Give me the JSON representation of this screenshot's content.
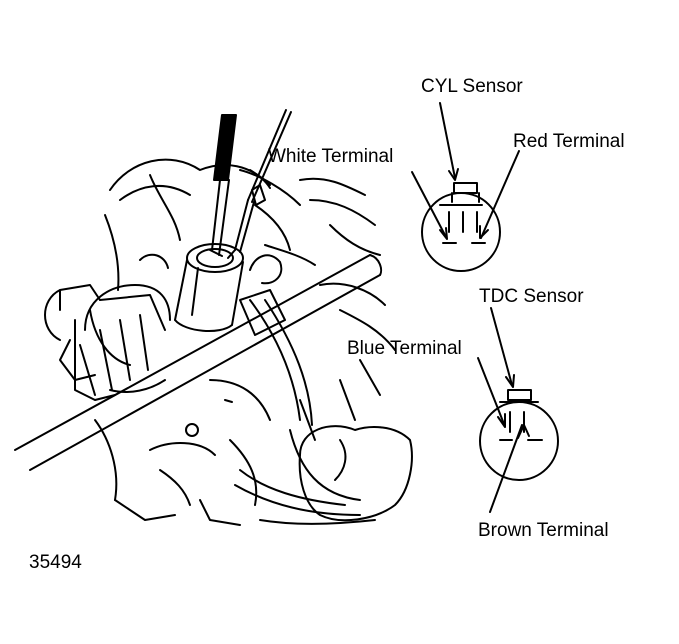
{
  "labels": {
    "cyl_sensor": "CYL Sensor",
    "red_terminal": "Red Terminal",
    "white_terminal": "White Terminal",
    "tdc_sensor": "TDC Sensor",
    "blue_terminal": "Blue Terminal",
    "brown_terminal": "Brown Terminal"
  },
  "figure_number": "35494",
  "colors": {
    "ink": "#000000",
    "background": "#ffffff"
  }
}
